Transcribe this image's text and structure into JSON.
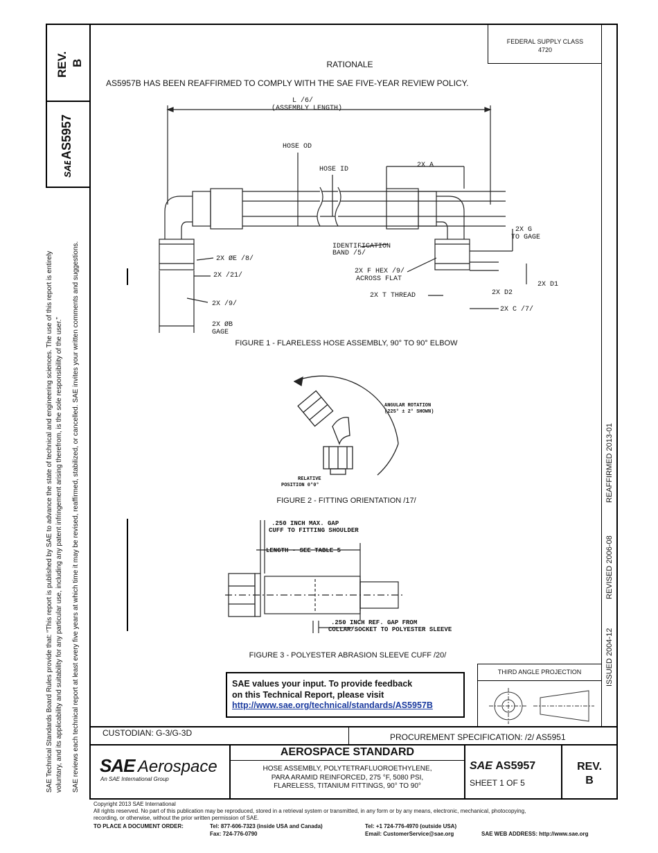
{
  "header": {
    "rev_label": "REV.",
    "rev_value": "B",
    "doc_number": "AS5957",
    "federal_supply_class_label": "FEDERAL SUPPLY CLASS",
    "federal_supply_class_value": "4720"
  },
  "rationale": {
    "title": "RATIONALE",
    "text": "AS5957B HAS BEEN REAFFIRMED TO COMPLY WITH THE SAE FIVE-YEAR REVIEW POLICY."
  },
  "side_text": {
    "line1": "SAE Technical Standards Board Rules provide that: “This report is published by SAE to advance the state of technical and engineering sciences. The use of this report is entirely",
    "line2": "voluntary, and its applicability and suitability for any particular use, including any patent infringement arising therefrom, is the sole responsibility of the user.”",
    "line3": "SAE reviews each technical report at least every five years at which time it may be revised, reaffirmed, stabilized, or cancelled. SAE invites your written comments and suggestions."
  },
  "right_strip": {
    "issued": "ISSUED 2004-12",
    "revised": "REVISED 2006-08",
    "reaffirmed": "REAFFIRMED 2013-01"
  },
  "figures": {
    "fig1": {
      "caption": "FIGURE 1 - FLARELESS HOSE ASSEMBLY, 90° TO 90° ELBOW",
      "labels": {
        "length": "L /6/",
        "assembly_length": "(ASSEMBLY LENGTH)",
        "hose_od": "HOSE OD",
        "hose_id": "HOSE ID",
        "a": "2X A",
        "g": "2X G",
        "to_gage": "TO GAGE",
        "id_band": "IDENTIFICATION",
        "band": "BAND /5/",
        "e": "2X ØE /8/",
        "x21": "2X /21/",
        "f_hex": "2X F HEX /9/",
        "across_flat": "ACROSS FLAT",
        "t_thread": "2X T THREAD",
        "d2": "2X D2",
        "d1": "2X D1",
        "x9": "2X /9/",
        "c": "2X C /7/",
        "b": "2X ØB",
        "gage": "GAGE"
      }
    },
    "fig2": {
      "caption": "FIGURE 2 - FITTING ORIENTATION /17/",
      "labels": {
        "angular_rotation": "ANGULAR ROTATION",
        "shown": "(225° ± 2° SHOWN)",
        "relative": "RELATIVE",
        "position": "POSITION 0°0°"
      }
    },
    "fig3": {
      "caption": "FIGURE 3 - POLYESTER ABRASION SLEEVE CUFF /20/",
      "labels": {
        "gap1": ".250 INCH MAX. GAP",
        "gap1b": "CUFF TO FITTING SHOULDER",
        "length": "LENGTH - SEE TABLE 5",
        "gap2": ".250 INCH REF. GAP FROM",
        "gap2b": "COLLAR/SOCKET TO POLYESTER SLEEVE"
      }
    }
  },
  "feedback": {
    "line1": "SAE values your input. To provide feedback",
    "line2": "on this Technical Report, please visit",
    "url": "http://www.sae.org/technical/standards/AS5957B"
  },
  "projection": {
    "label": "THIRD ANGLE PROJECTION"
  },
  "footer": {
    "custodian": "CUSTODIAN: G-3/G-3D",
    "procurement": "PROCUREMENT SPECIFICATION: /2/ AS5951",
    "logo_main": "Aerospace",
    "logo_sub": "An SAE International Group",
    "standard_title": "AEROSPACE STANDARD",
    "desc1": "HOSE ASSEMBLY, POLYTETRAFLUOROETHYLENE,",
    "desc2": "PARA ARAMID REINFORCED, 275 °F, 5080 PSI,",
    "desc3": "FLARELESS, TITANIUM FITTINGS, 90° TO 90°",
    "doc_number": "AS5957",
    "sheet": "SHEET 1 OF 5",
    "rev_label": "REV.",
    "rev_value": "B"
  },
  "legal": {
    "copyright": "Copyright 2013 SAE International",
    "rights1": "All rights reserved. No part of this publication may be reproduced, stored in a retrieval system or transmitted, in any form or by any means, electronic, mechanical, photocopying,",
    "rights2": "recording, or otherwise, without the prior written permission of SAE.",
    "order_label": "TO PLACE A DOCUMENT ORDER:",
    "tel_usa": "Tel: 877-606-7323 (inside USA and Canada)",
    "fax": "Fax: 724-776-0790",
    "tel_outside": "Tel: +1 724-776-4970 (outside USA)",
    "email": "Email: CustomerService@sae.org",
    "web": "SAE WEB ADDRESS: http://www.sae.org"
  }
}
